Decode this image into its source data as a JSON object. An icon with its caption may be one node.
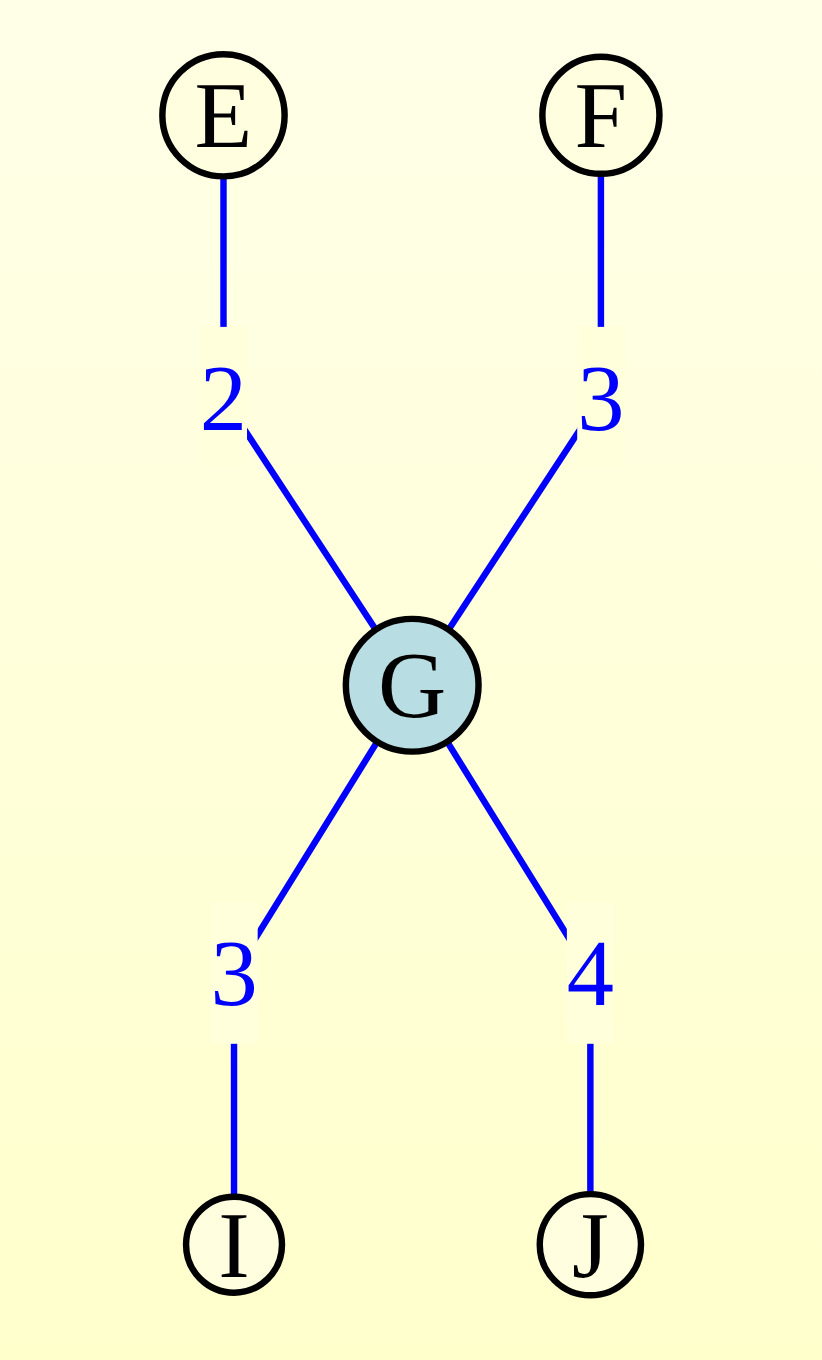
{
  "diagram": {
    "nodes": [
      {
        "text": [
          "E"
        ]
      },
      {
        "text": [
          "F"
        ]
      },
      {
        "text": [
          "G"
        ]
      },
      {
        "text": [
          "I"
        ]
      },
      {
        "text": [
          "J"
        ]
      }
    ],
    "edges": [
      {
        "from": 0,
        "to": 2,
        "arrow": "none",
        "label": "2"
      },
      {
        "from": 1,
        "to": 2,
        "arrow": "none",
        "label": "3"
      },
      {
        "from": 2,
        "to": 3,
        "arrow": "none",
        "label": "3"
      },
      {
        "from": 2,
        "to": 4,
        "arrow": "none",
        "label": "4"
      }
    ]
  }
}
